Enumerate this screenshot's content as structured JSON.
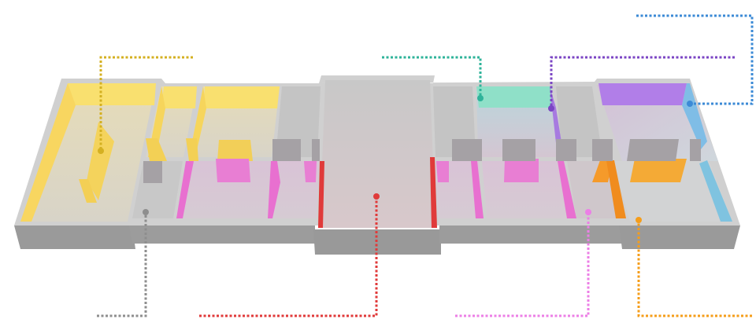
{
  "zones": [
    {
      "id": "yellow",
      "color": "#d4b021"
    },
    {
      "id": "teal",
      "color": "#2fb39a"
    },
    {
      "id": "purple",
      "color": "#7b45c4"
    },
    {
      "id": "blue",
      "color": "#3b8ad6"
    },
    {
      "id": "gray",
      "color": "#8e8e8e"
    },
    {
      "id": "red",
      "color": "#e03a3a"
    },
    {
      "id": "pink",
      "color": "#ec7fe6"
    },
    {
      "id": "orange",
      "color": "#f59d1a"
    }
  ]
}
